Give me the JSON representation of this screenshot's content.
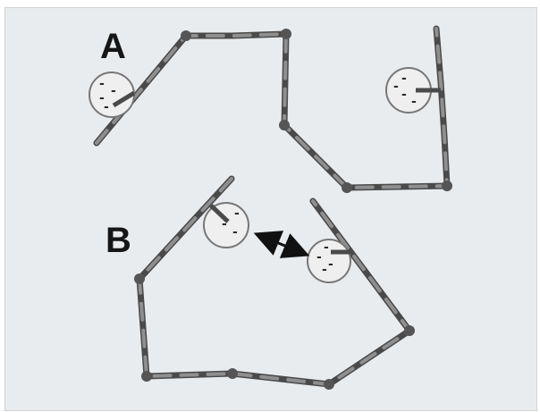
{
  "figure": {
    "panels": [
      {
        "label": "A",
        "description_glyphs": {
          "pocket_left_charges": [
            "-",
            "-",
            "-",
            "-"
          ],
          "pocket_right_charges": [
            "-",
            "-",
            "-",
            "-"
          ]
        }
      },
      {
        "label": "B",
        "description_glyphs": {
          "pocket_left_charges": [
            "-",
            "-",
            "-"
          ],
          "pocket_right_charges": [
            "-",
            "-",
            "-",
            "-"
          ]
        }
      }
    ],
    "colors": {
      "background": "#e9ecef",
      "rod_dark": "#3b3b3b",
      "rod_light": "#8c8c8c",
      "joint": "#555555",
      "pocket_fill": "#efefef",
      "pocket_stroke": "#777777",
      "arrow": "#111111"
    },
    "icons": {
      "interaction_arrow": "double-headed-arrow"
    }
  }
}
